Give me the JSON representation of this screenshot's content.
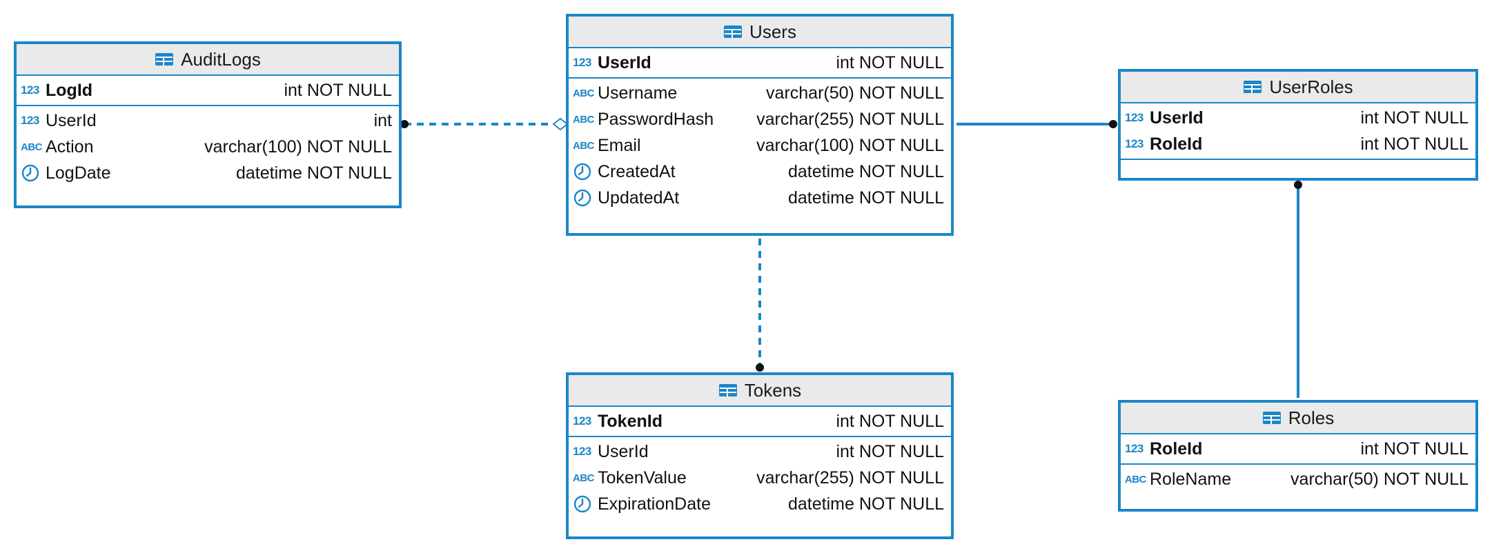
{
  "colors": {
    "accent": "#1a86c8",
    "header_bg": "#eaeaea"
  },
  "entities": {
    "auditlogs": {
      "name": "AuditLogs",
      "pk": [
        {
          "name": "LogId",
          "type": "int NOT NULL",
          "icon": "number-icon",
          "icon_text": "123"
        }
      ],
      "cols": [
        {
          "name": "UserId",
          "type": "int",
          "icon": "number-icon",
          "icon_text": "123"
        },
        {
          "name": "Action",
          "type": "varchar(100) NOT NULL",
          "icon": "text-icon",
          "icon_text": "ABC"
        },
        {
          "name": "LogDate",
          "type": "datetime NOT NULL",
          "icon": "clock-icon",
          "icon_text": ""
        }
      ]
    },
    "users": {
      "name": "Users",
      "pk": [
        {
          "name": "UserId",
          "type": "int NOT NULL",
          "icon": "number-icon",
          "icon_text": "123"
        }
      ],
      "cols": [
        {
          "name": "Username",
          "type": "varchar(50) NOT NULL",
          "icon": "text-icon",
          "icon_text": "ABC"
        },
        {
          "name": "PasswordHash",
          "type": "varchar(255) NOT NULL",
          "icon": "text-icon",
          "icon_text": "ABC"
        },
        {
          "name": "Email",
          "type": "varchar(100) NOT NULL",
          "icon": "text-icon",
          "icon_text": "ABC"
        },
        {
          "name": "CreatedAt",
          "type": "datetime NOT NULL",
          "icon": "clock-icon",
          "icon_text": ""
        },
        {
          "name": "UpdatedAt",
          "type": "datetime NOT NULL",
          "icon": "clock-icon",
          "icon_text": ""
        }
      ]
    },
    "userroles": {
      "name": "UserRoles",
      "pk": [
        {
          "name": "UserId",
          "type": "int NOT NULL",
          "icon": "number-icon",
          "icon_text": "123"
        },
        {
          "name": "RoleId",
          "type": "int NOT NULL",
          "icon": "number-icon",
          "icon_text": "123"
        }
      ],
      "cols": []
    },
    "tokens": {
      "name": "Tokens",
      "pk": [
        {
          "name": "TokenId",
          "type": "int NOT NULL",
          "icon": "number-icon",
          "icon_text": "123"
        }
      ],
      "cols": [
        {
          "name": "UserId",
          "type": "int NOT NULL",
          "icon": "number-icon",
          "icon_text": "123"
        },
        {
          "name": "TokenValue",
          "type": "varchar(255) NOT NULL",
          "icon": "text-icon",
          "icon_text": "ABC"
        },
        {
          "name": "ExpirationDate",
          "type": "datetime NOT NULL",
          "icon": "clock-icon",
          "icon_text": ""
        }
      ]
    },
    "roles": {
      "name": "Roles",
      "pk": [
        {
          "name": "RoleId",
          "type": "int NOT NULL",
          "icon": "number-icon",
          "icon_text": "123"
        }
      ],
      "cols": [
        {
          "name": "RoleName",
          "type": "varchar(50) NOT NULL",
          "icon": "text-icon",
          "icon_text": "ABC"
        }
      ]
    }
  },
  "relationships": [
    {
      "from": "auditlogs",
      "to": "users",
      "style": "dashed",
      "from_end": "dot",
      "to_end": "diamond"
    },
    {
      "from": "users",
      "to": "userroles",
      "style": "solid",
      "from_end": "none",
      "to_end": "dot"
    },
    {
      "from": "userroles",
      "to": "roles",
      "style": "solid",
      "from_end": "dot",
      "to_end": "none"
    },
    {
      "from": "users",
      "to": "tokens",
      "style": "dashed",
      "from_end": "none",
      "to_end": "dot"
    }
  ]
}
